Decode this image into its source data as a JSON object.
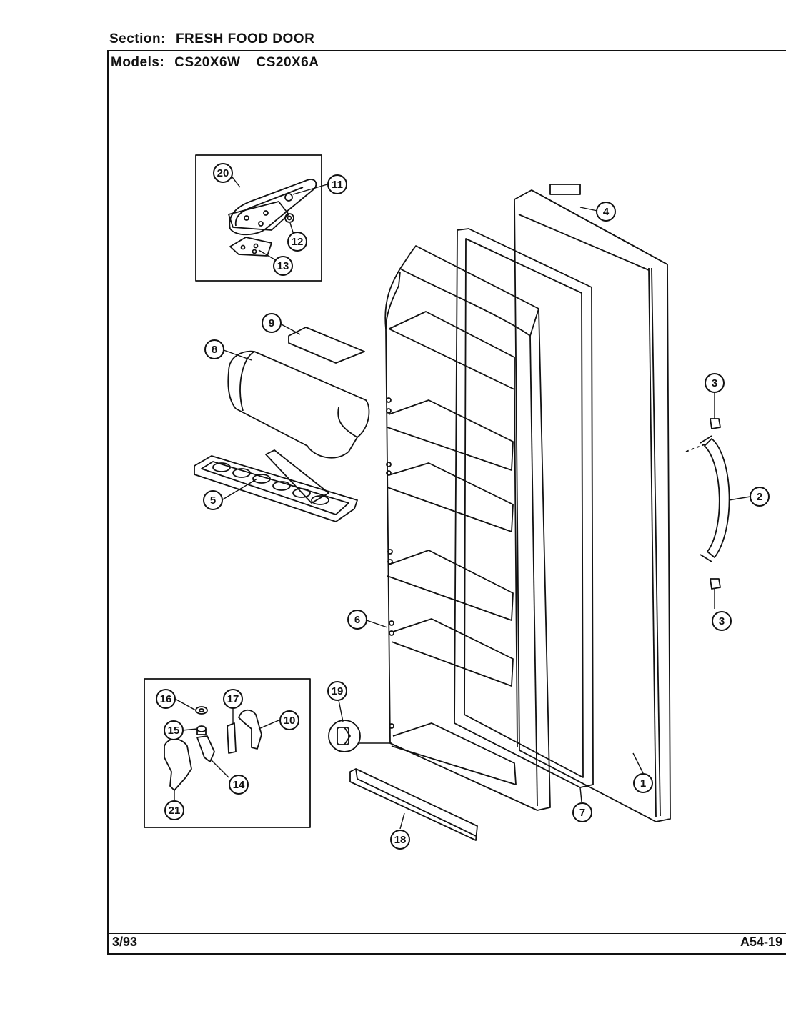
{
  "header": {
    "section_label": "Section:",
    "section_value": "FRESH FOOD DOOR",
    "models_label": "Models:",
    "models": [
      "CS20X6W",
      "CS20X6A"
    ]
  },
  "footer": {
    "date": "3/93",
    "doc_code": "A54-19"
  },
  "callouts": [
    "20",
    "11",
    "12",
    "13",
    "4",
    "9",
    "8",
    "5",
    "3",
    "2",
    "3",
    "6",
    "19",
    "16",
    "17",
    "10",
    "15",
    "14",
    "21",
    "18",
    "7",
    "1"
  ]
}
